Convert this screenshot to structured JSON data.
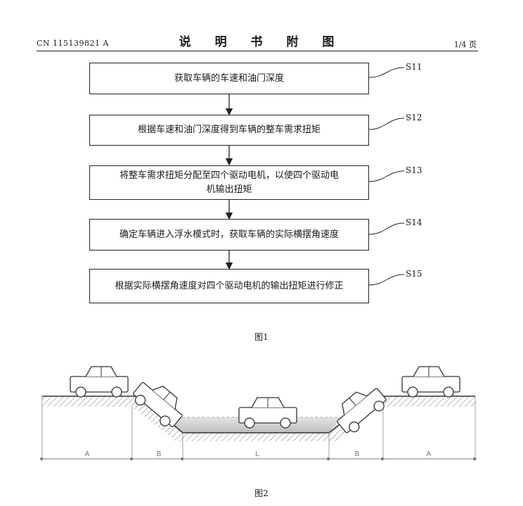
{
  "header": {
    "patent_number": "CN 115139821 A",
    "title": "说 明 书 附 图",
    "page": "1/4 页"
  },
  "figure1": {
    "steps": [
      {
        "id": "S11",
        "text": "获取车辆的车速和油门深度"
      },
      {
        "id": "S12",
        "text": "根据车速和油门深度得到车辆的整车需求扭矩"
      },
      {
        "id": "S13",
        "text": "将整车需求扭矩分配至四个驱动电机，以使四个驱动电机输出扭矩"
      },
      {
        "id": "S14",
        "text": "确定车辆进入浮水模式时，获取车辆的实际横摆角速度"
      },
      {
        "id": "S15",
        "text": "根据实际横摆角速度对四个驱动电机的输出扭矩进行修正"
      }
    ],
    "caption": "图1"
  },
  "figure2": {
    "dimension_labels": [
      "A",
      "B",
      "L",
      "B",
      "A"
    ],
    "caption": "图2"
  }
}
